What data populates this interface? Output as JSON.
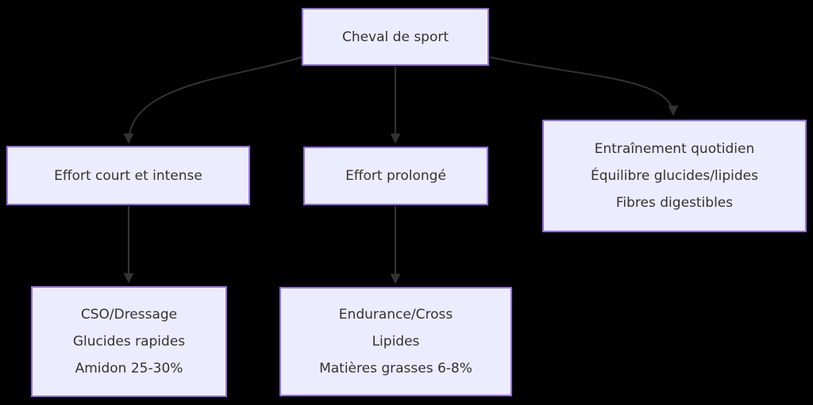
{
  "diagram": {
    "type": "flowchart",
    "background_color": "#000000",
    "node_fill_color": "#ECECFF",
    "node_border_color": "#9370DB",
    "text_color": "#333333",
    "edge_color": "#333333",
    "nodes": {
      "root": {
        "label": "Cheval de sport"
      },
      "effort_court": {
        "label": "Effort court et intense"
      },
      "effort_prolonge": {
        "label": "Effort prolongé"
      },
      "entrainement": {
        "lines": [
          "Entraînement quotidien",
          "Équilibre glucides/lipides",
          "Fibres digestibles"
        ]
      },
      "cso": {
        "lines": [
          "CSO/Dressage",
          "Glucides rapides",
          "Amidon 25-30%"
        ]
      },
      "endurance": {
        "lines": [
          "Endurance/Cross",
          "Lipides",
          "Matières grasses 6-8%"
        ]
      }
    },
    "edges": [
      {
        "from": "Cheval de sport",
        "to": "Effort court et intense"
      },
      {
        "from": "Cheval de sport",
        "to": "Effort prolongé"
      },
      {
        "from": "Cheval de sport",
        "to": "Entraînement quotidien / Équilibre glucides/lipides / Fibres digestibles"
      },
      {
        "from": "Effort court et intense",
        "to": "CSO/Dressage / Glucides rapides / Amidon 25-30%"
      },
      {
        "from": "Effort prolongé",
        "to": "Endurance/Cross / Lipides / Matières grasses 6-8%"
      }
    ]
  }
}
